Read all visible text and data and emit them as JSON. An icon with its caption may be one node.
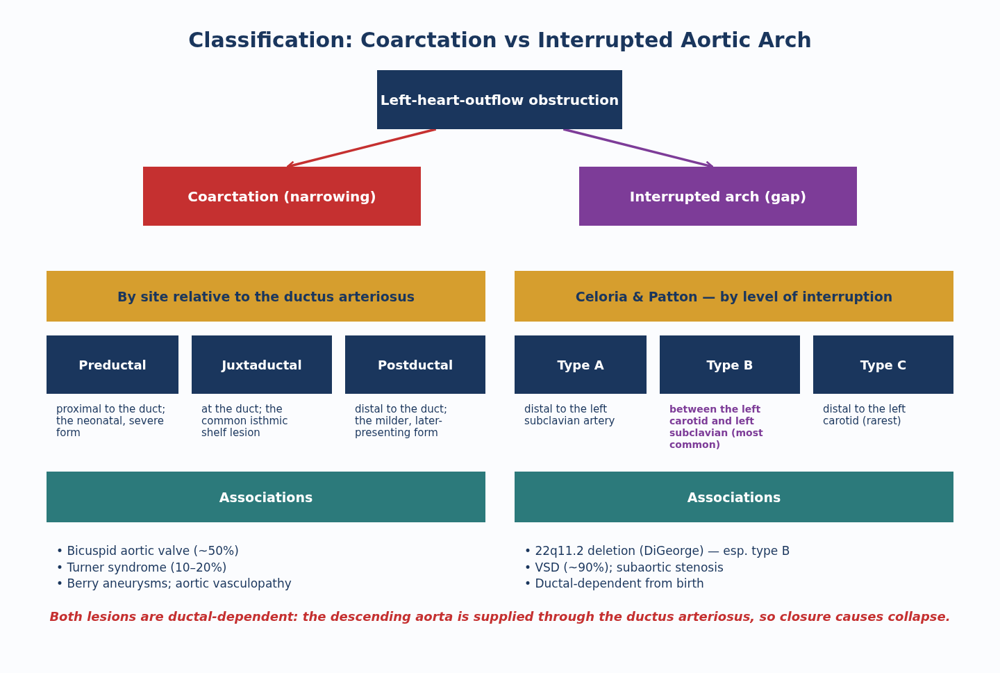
{
  "diagram": {
    "title": "Classification: Coarctation vs Interrupted Aortic Arch",
    "nodes": [
      {
        "text": [
          "Left-heart-outflow obstruction"
        ]
      },
      {
        "text": [
          "Coarctation (narrowing)"
        ]
      },
      {
        "text": [
          "Interrupted arch (gap)"
        ]
      },
      {
        "text": [
          "By site relative to the ductus arteriosus"
        ]
      },
      {
        "text": [
          "Celoria & Patton — by level of interruption"
        ]
      },
      {
        "text": [
          "Preductal"
        ],
        "beside": [
          "proximal to the duct; the neonatal, severe form"
        ]
      },
      {
        "text": [
          "Juxtaductal"
        ],
        "beside": [
          "at the duct; the common isthmic shelf lesion"
        ]
      },
      {
        "text": [
          "Postductal"
        ],
        "beside": [
          "distal to the duct; the milder, later-presenting form"
        ]
      },
      {
        "text": [
          "Type A"
        ],
        "beside": [
          "distal to the left subclavian artery"
        ]
      },
      {
        "text": [
          "Type B"
        ],
        "beside": [
          "between the left carotid and left subclavian (most common)"
        ]
      },
      {
        "text": [
          "Type C"
        ],
        "beside": [
          "distal to the left carotid (rarest)"
        ]
      },
      {
        "text": [
          "Associations"
        ],
        "beside": [
          "• Bicuspid aortic valve (~50%)",
          "• Turner syndrome (10–20%)",
          "• Berry aneurysms; aortic vasculopathy"
        ]
      },
      {
        "text": [
          "Associations"
        ],
        "beside": [
          "• 22q11.2 deletion (DiGeorge) — esp. type B",
          "• VSD (~90%); subaortic stenosis",
          "• Ductal-dependent from birth"
        ]
      }
    ],
    "edges": [
      {
        "from": 0,
        "to": 1,
        "arrow": "to",
        "color": "#c53030"
      },
      {
        "from": 0,
        "to": 2,
        "arrow": "to",
        "color": "#7d3c98"
      }
    ],
    "labels": [
      "Both lesions are ductal-dependent: the descending aorta is supplied through the ductus arteriosus, so closure causes collapse."
    ]
  }
}
